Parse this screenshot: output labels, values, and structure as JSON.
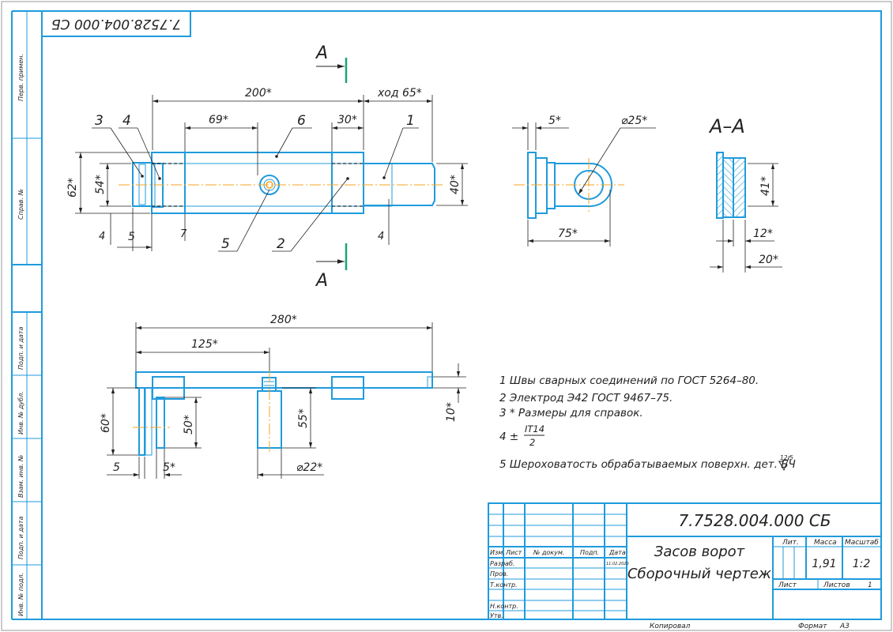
{
  "stamp_code": "7.7528.004.000 СБ",
  "side_labels": [
    "Перв. примен.",
    "Справ. №",
    "Подп. и дата",
    "Инв. № дубл.",
    "Взам. инв. №",
    "Подп. и дата",
    "Инв. № подл."
  ],
  "section_mark": "А",
  "section_title": "А–А",
  "top_view": {
    "dims": {
      "total": "200*",
      "stroke": "ход 65*",
      "d69": "69*",
      "d30": "30*",
      "d62": "62*",
      "d54": "54*",
      "d40": "40*",
      "d4a": "4",
      "d5": "5",
      "d7": "7",
      "d4b": "4"
    },
    "positions": [
      "3",
      "4",
      "6",
      "1",
      "5",
      "2"
    ]
  },
  "end_view": {
    "d5": "5*",
    "d25": "⌀25*",
    "d75": "75*"
  },
  "section_view": {
    "d41": "41*",
    "d12": "12*",
    "d20": "20*"
  },
  "front_view": {
    "d280": "280*",
    "d125": "125*",
    "d60": "60*",
    "d50": "50*",
    "d55": "55*",
    "d10": "10*",
    "d5": "5",
    "d5s": "5*",
    "d22": "⌀22*"
  },
  "notes": [
    "1  Швы сварных соединений по ГОСТ 5264–80.",
    "2  Электрод Э42 ГОСТ 9467–75.",
    "3  * Размеры для справок.",
    "4  ±",
    "5  Шероховатость обрабатываемых поверхн. дет. БЧ"
  ],
  "note4_fraction": {
    "num": "IT14",
    "den": "2"
  },
  "roughness_value": "12,5",
  "title_block": {
    "designation": "7.7528.004.000 СБ",
    "name_line1": "Засов ворот",
    "name_line2": "Сборочный чертеж",
    "col_izm": "Изм.",
    "col_list": "Лист",
    "col_docum": "№ докум.",
    "col_podp": "Подп.",
    "col_data": "Дата",
    "rows": [
      "Разраб.",
      "Пров.",
      "Т.контр.",
      "",
      "Н.контр.",
      "Утв."
    ],
    "date_value": "11.02.2020",
    "lit": "Лит.",
    "massa": "Масса",
    "masshtab": "Масштаб",
    "mass_value": "1,91",
    "scale_value": "1:2",
    "sheet": "Лист",
    "sheets": "Листов",
    "sheets_value": "1",
    "copied": "Копировал",
    "format": "Формат",
    "format_value": "А3"
  }
}
